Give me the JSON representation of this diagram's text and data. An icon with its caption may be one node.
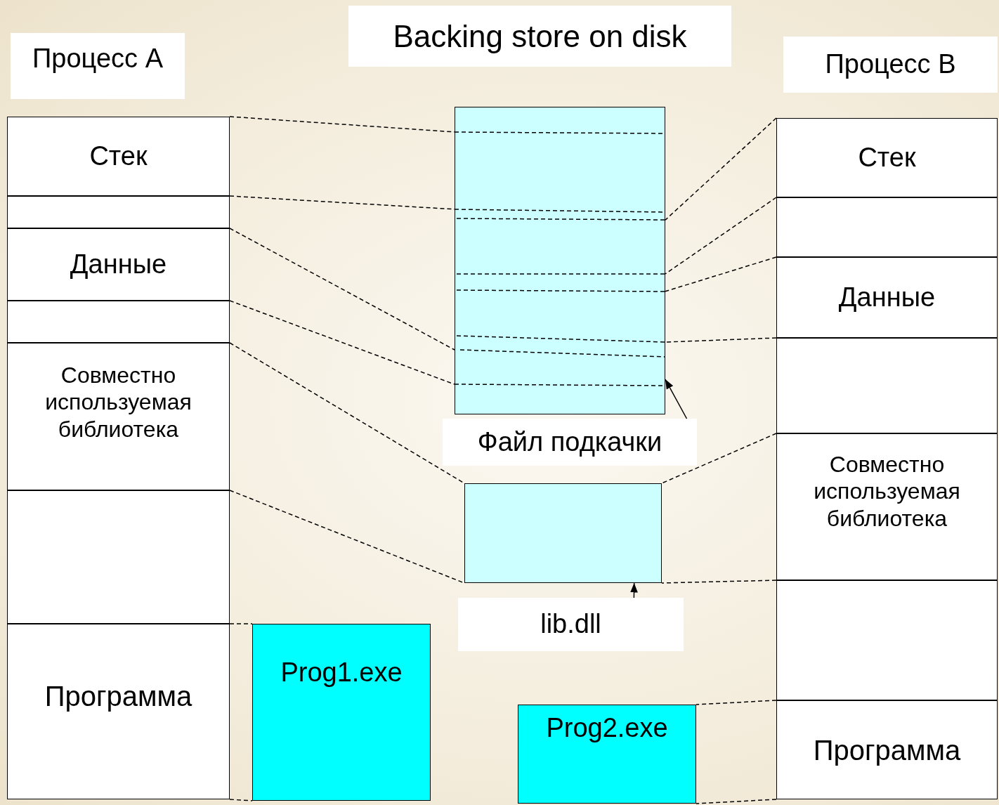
{
  "diagram": {
    "title": "Backing store on disk",
    "nodes": [
      {
        "text": [
          "Процесс A"
        ]
      },
      {
        "text": [
          "Процесс B"
        ]
      },
      {
        "text": [
          "Стек"
        ]
      },
      {
        "text": [],
        "shape": "box"
      },
      {
        "text": [
          "Данные"
        ]
      },
      {
        "text": [],
        "shape": "box"
      },
      {
        "text": [
          "Совместно используемая библиотека"
        ]
      },
      {
        "text": [],
        "shape": "box"
      },
      {
        "text": [
          "Программа"
        ]
      },
      {
        "text": [],
        "shape": "box"
      },
      {
        "text": [
          "Файл подкачки"
        ]
      },
      {
        "text": [],
        "shape": "box"
      },
      {
        "text": [
          "lib.dll"
        ]
      },
      {
        "text": [
          "Prog1.exe"
        ]
      },
      {
        "text": [
          "Prog2.exe"
        ]
      },
      {
        "text": [
          "Стек"
        ]
      },
      {
        "text": [],
        "shape": "box"
      },
      {
        "text": [
          "Данные"
        ]
      },
      {
        "text": [],
        "shape": "box"
      },
      {
        "text": [
          "Совместно используемая библиотека"
        ]
      },
      {
        "text": [],
        "shape": "box"
      },
      {
        "text": [
          "Программа"
        ]
      }
    ],
    "edges": [
      {
        "from": 2,
        "to": 9,
        "arrow": "none",
        "style": "dashed"
      },
      {
        "from": 2,
        "to": 9,
        "arrow": "none",
        "style": "dashed"
      },
      {
        "from": 4,
        "to": 9,
        "arrow": "none",
        "style": "dashed"
      },
      {
        "from": 4,
        "to": 9,
        "arrow": "none",
        "style": "dashed"
      },
      {
        "from": 6,
        "to": 11,
        "arrow": "none",
        "style": "dashed"
      },
      {
        "from": 6,
        "to": 11,
        "arrow": "none",
        "style": "dashed"
      },
      {
        "from": 8,
        "to": 13,
        "arrow": "none",
        "style": "dashed"
      },
      {
        "from": 8,
        "to": 13,
        "arrow": "none",
        "style": "dashed"
      },
      {
        "from": 15,
        "to": 9,
        "arrow": "none",
        "style": "dashed"
      },
      {
        "from": 15,
        "to": 9,
        "arrow": "none",
        "style": "dashed"
      },
      {
        "from": 17,
        "to": 9,
        "arrow": "none",
        "style": "dashed"
      },
      {
        "from": 17,
        "to": 9,
        "arrow": "none",
        "style": "dashed"
      },
      {
        "from": 19,
        "to": 11,
        "arrow": "none",
        "style": "dashed"
      },
      {
        "from": 19,
        "to": 11,
        "arrow": "none",
        "style": "dashed"
      },
      {
        "from": 21,
        "to": 14,
        "arrow": "none",
        "style": "dashed"
      },
      {
        "from": 21,
        "to": 14,
        "arrow": "none",
        "style": "dashed"
      },
      {
        "from": 10,
        "to": 9,
        "arrow": "to"
      },
      {
        "from": 12,
        "to": 11,
        "arrow": "to"
      }
    ]
  }
}
